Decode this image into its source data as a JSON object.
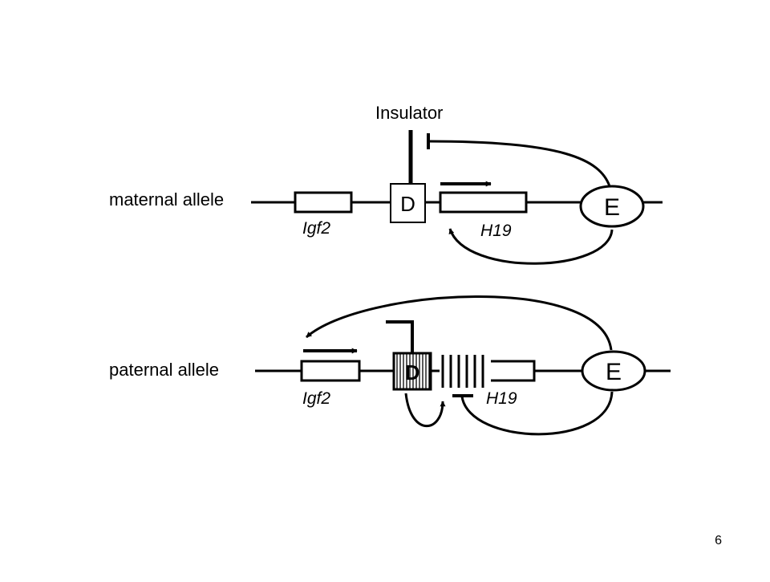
{
  "diagram": {
    "insulator_label": "Insulator",
    "maternal": {
      "allele_label": "maternal allele",
      "igf2_label": "Igf2",
      "h19_label": "H19",
      "dmr_label": "D",
      "enhancer_label": "E"
    },
    "paternal": {
      "allele_label": "paternal allele",
      "igf2_label": "Igf2",
      "h19_label": "H19",
      "dmr_label": "D",
      "enhancer_label": "E"
    }
  },
  "slide": {
    "page_number": "6"
  }
}
